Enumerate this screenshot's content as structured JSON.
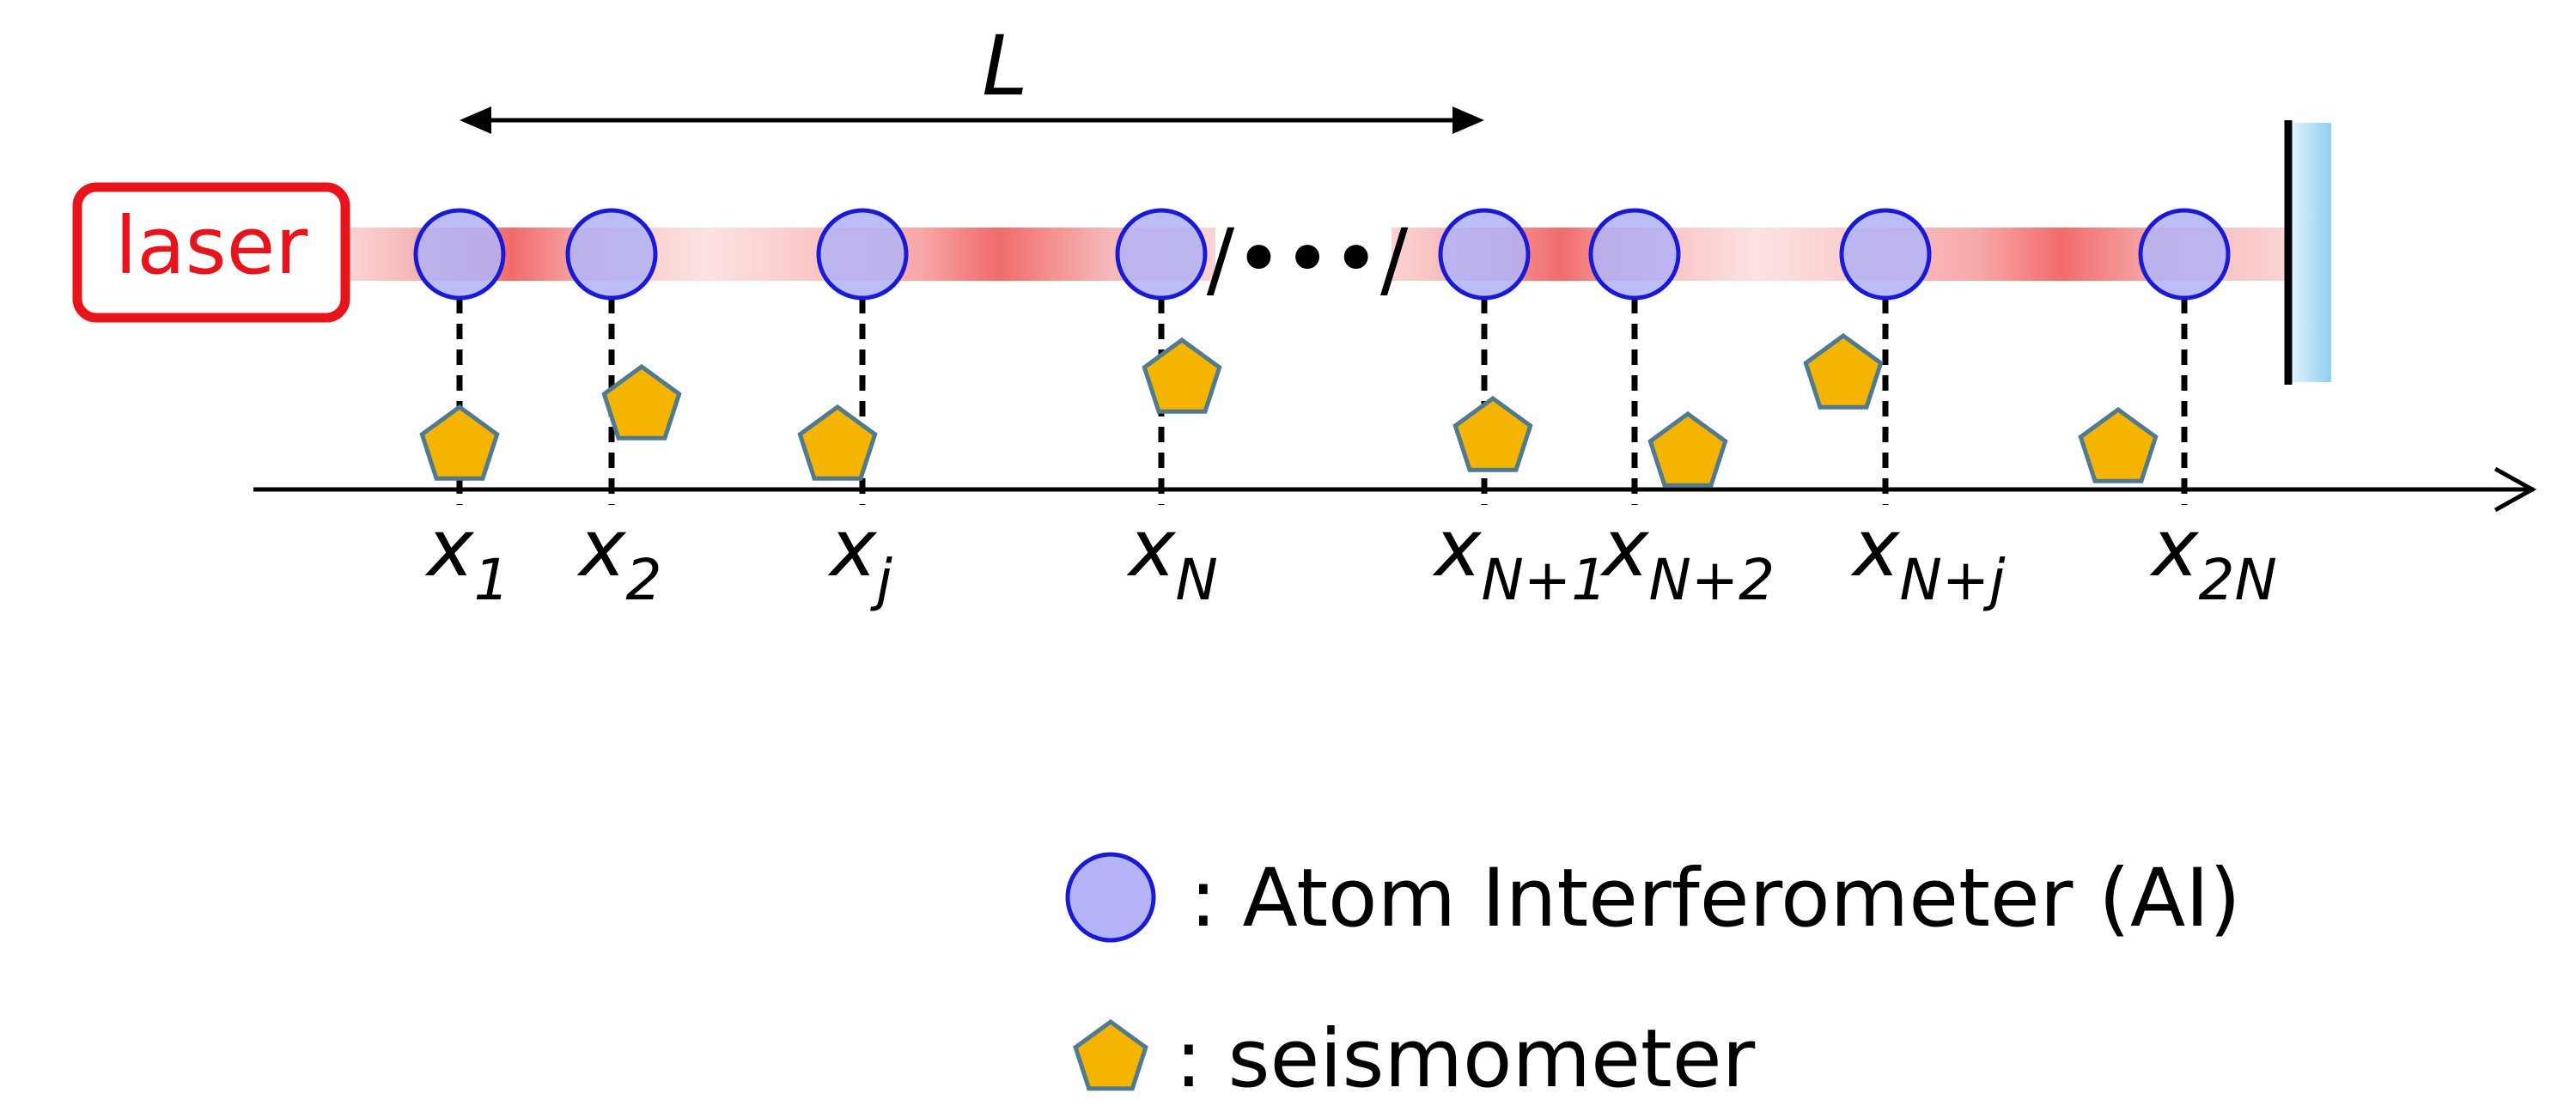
{
  "laser": {
    "label": "laser",
    "color": "#e8141b"
  },
  "span_label": "L",
  "dots": "/•••/",
  "positions": [
    {
      "base": "x",
      "sub": "1"
    },
    {
      "base": "x",
      "sub": "2"
    },
    {
      "base": "x",
      "sub": "j"
    },
    {
      "base": "x",
      "sub": "N"
    },
    {
      "base": "x",
      "sub": "N+1"
    },
    {
      "base": "x",
      "sub": "N+2"
    },
    {
      "base": "x",
      "sub": "N+j"
    },
    {
      "base": "x",
      "sub": "2N"
    }
  ],
  "legend": {
    "atom_interferometer": ": Atom Interferometer (AI)",
    "seismometer": ": seismometer"
  },
  "colors": {
    "ai_fill": "#b3b3f5",
    "ai_stroke": "#1a1ad6",
    "seismometer_fill": "#f5b400",
    "seismometer_stroke": "#4f7a8f",
    "beam": "#f26b6b",
    "mirror": "#8ecff0"
  },
  "icons": [
    "atom-interferometer-icon",
    "seismometer-icon",
    "mirror-icon",
    "laser-box-icon"
  ]
}
